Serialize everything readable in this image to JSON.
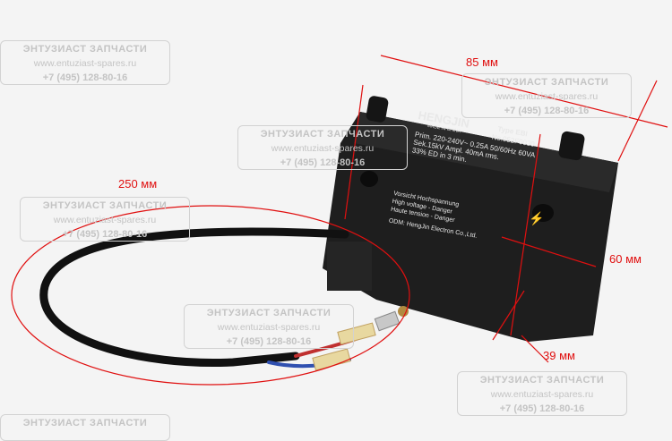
{
  "watermark": {
    "title": "ЭНТУЗИАСТ ЗАПЧАСТИ",
    "url": "www.entuziast-spares.ru",
    "phone": "+7 (495) 128-80-16"
  },
  "dimensions": {
    "width": "85 мм",
    "height": "60 мм",
    "depth": "39 мм",
    "cable": "250 мм"
  },
  "label": {
    "brand": "HENGJIN",
    "made": "MADE IN CHINA",
    "type": "Type EBI",
    "number": "No.052F0030",
    "spec1": "Prim. 220-240V~ 0.25A  50/60Hz 60VA",
    "spec2": "Sek.15kV  Ampl. 40mA  rms.",
    "spec3": "33% ED in 3 min.",
    "warn1": "Vorsicht Hochspannung",
    "warn2": "High voltage - Danger",
    "warn3": "Haute tension - Danger",
    "odm": "ODM: HengJin Electron Co.,Ltd."
  },
  "colors": {
    "annotation": "#e01010",
    "device": "#1c1c1c"
  }
}
